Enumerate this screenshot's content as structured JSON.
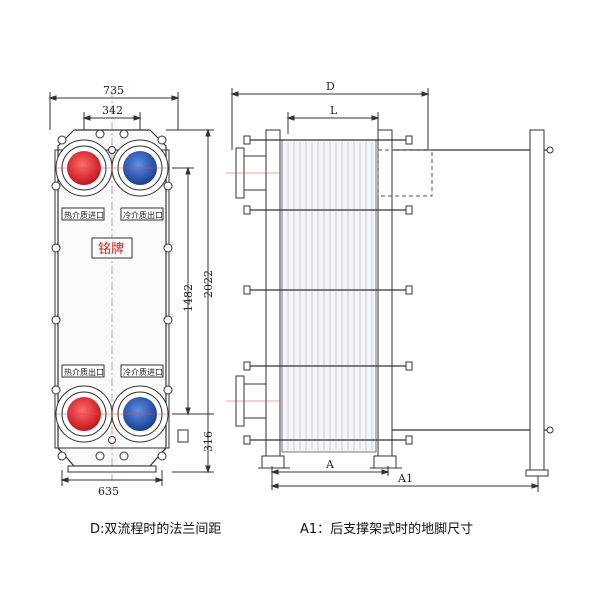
{
  "front_view": {
    "dim_overall_width": "735",
    "dim_port_spacing": "342",
    "dim_base_width": "635",
    "dim_overall_height": "2022",
    "dim_port_center_height": "1482",
    "dim_bottom_port_height": "316",
    "label_hot_top": "热介质进口",
    "label_cold_top": "冷介质出口",
    "label_hot_bottom": "热介质出口",
    "label_cold_bottom": "冷介质进口",
    "nameplate": "铭牌",
    "colors": {
      "hot": "#d8212b",
      "cold": "#1f55b3",
      "outline": "#333333"
    }
  },
  "side_view": {
    "dim_d": "D",
    "dim_l": "L",
    "dim_a": "A",
    "dim_a1": "A1"
  },
  "captions": {
    "left": "D:双流程时的法兰间距",
    "right": "A1：后支撑架式时的地脚尺寸"
  }
}
